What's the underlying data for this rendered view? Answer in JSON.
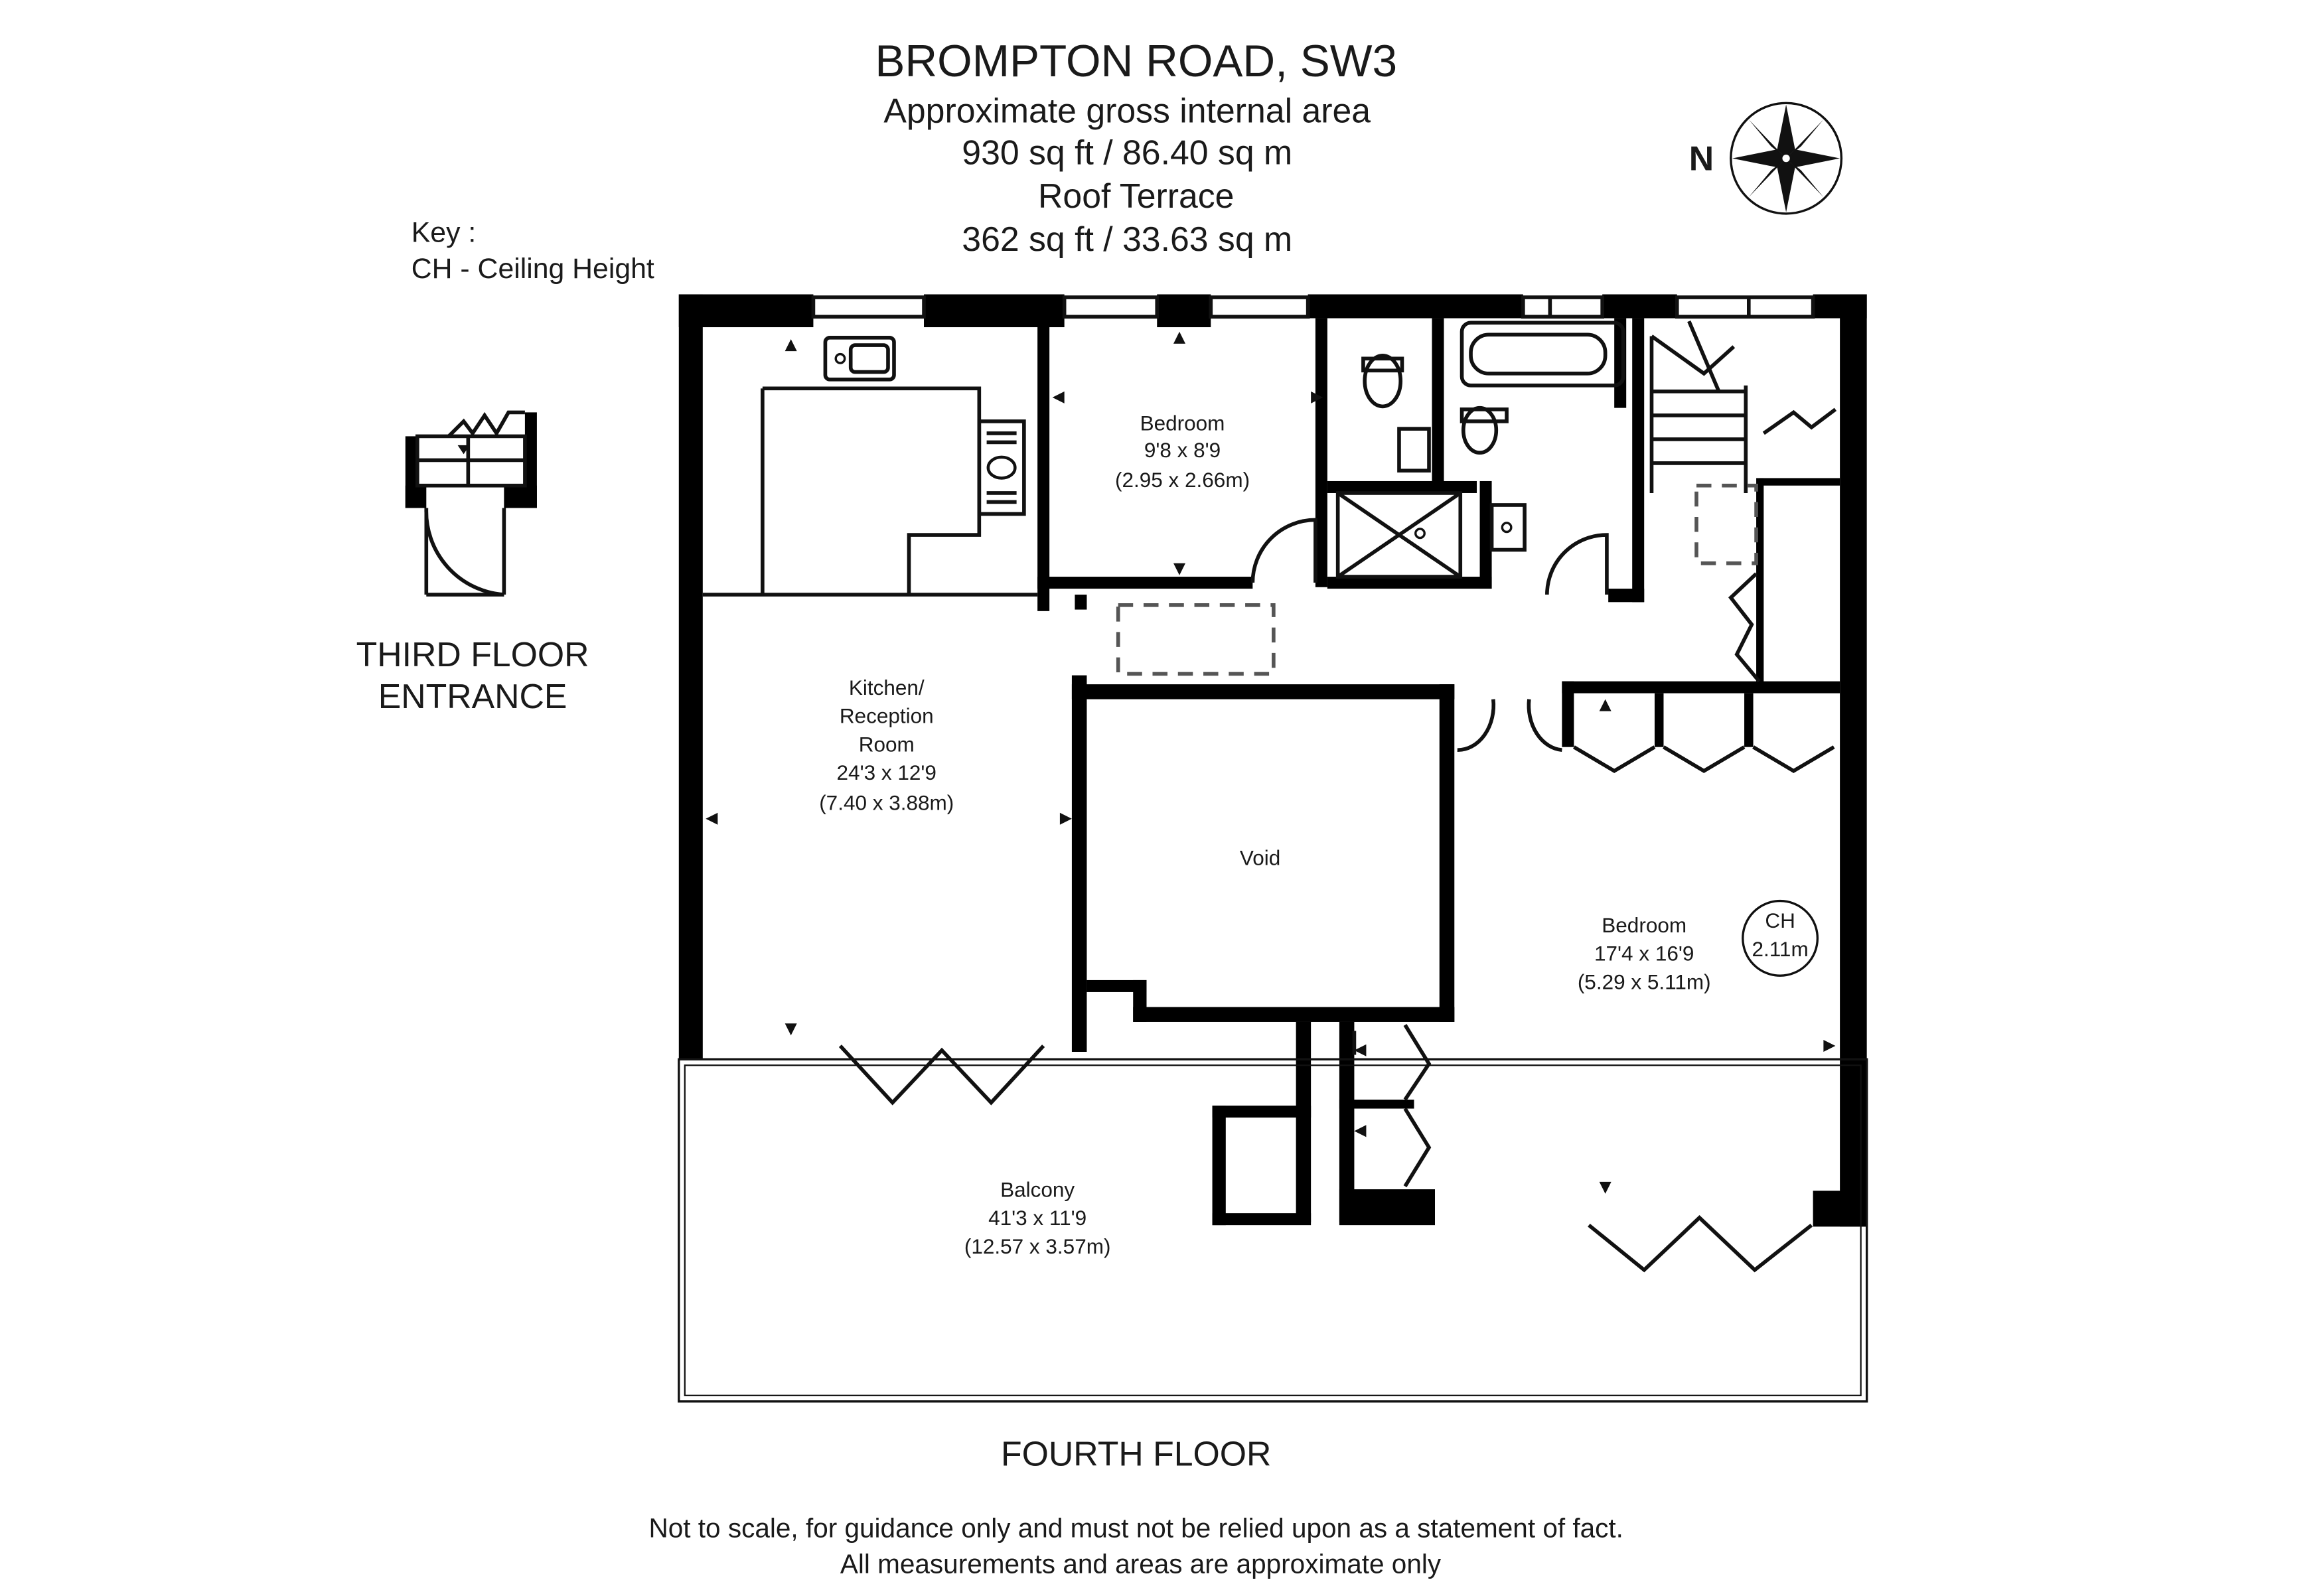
{
  "header": {
    "title": "BROMPTON ROAD, SW3",
    "area_label": "Approximate gross internal area",
    "area_value": "930 sq ft  / 86.40 sq m",
    "terrace_label": "Roof Terrace",
    "terrace_value": "362 sq ft  / 33.63 sq m"
  },
  "key": {
    "title": "Key :",
    "item": "CH - Ceiling Height"
  },
  "compass": {
    "letter": "N"
  },
  "entrance": {
    "line1": "THIRD FLOOR",
    "line2": "ENTRANCE"
  },
  "rooms": {
    "bedroom_small": {
      "name": "Bedroom",
      "imperial": "9'8 x 8'9",
      "metric": "(2.95 x 2.66m)"
    },
    "kitchen": {
      "name_line1": "Kitchen/",
      "name_line2": "Reception",
      "name_line3": "Room",
      "imperial": "24'3 x 12'9",
      "metric": "(7.40 x 3.88m)"
    },
    "void": {
      "name": "Void"
    },
    "bedroom_large": {
      "name": "Bedroom",
      "imperial": "17'4 x 16'9",
      "metric": "(5.29 x 5.11m)"
    },
    "balcony": {
      "name": "Balcony",
      "imperial": "41'3 x 11'9",
      "metric": "(12.57 x 3.57m)"
    }
  },
  "ceiling_marker": {
    "code": "CH",
    "value": "2.11m"
  },
  "floor_label": "FOURTH FLOOR",
  "disclaimer": {
    "line1": "Not to scale, for guidance only and must not be relied upon as a statement of fact.",
    "line2": "All measurements and areas are approximate only"
  }
}
